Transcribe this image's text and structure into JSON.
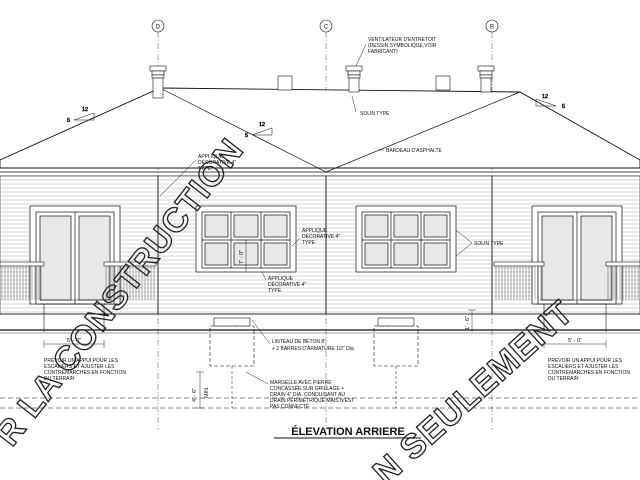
{
  "drawing": {
    "title": "ÉLEVATION ARRIERE",
    "grid_labels": {
      "left": "D",
      "center": "C",
      "right": "B"
    },
    "watermark": {
      "left": "R LA CONSTRUCTION",
      "right": "N SEULEMENT"
    },
    "slopes": {
      "rise_a": "12",
      "run_a": "5",
      "rise_b": "12",
      "run_b": "5",
      "rise_c": "12",
      "run_c": "5"
    },
    "notes": {
      "ventilateur": [
        "VENTILATEUR D'ENTRETOIT",
        "(DESSIN SYMBOLIQUE,VOIR",
        "FABRICANT)"
      ],
      "solin_top": "SOLIN TYPE",
      "bardeau": "BARDEAU D'ASPHALTE",
      "applique_top": [
        "APPLIQUE",
        "DÉCORATIVE 4\"",
        "TYPE"
      ],
      "applique_mid": [
        "APPLIQUE",
        "DÉCORATIVE 4\"",
        "TYPE"
      ],
      "applique_low": [
        "APPLIQUE",
        "DÉCORATIVE 4\"",
        "TYPE"
      ],
      "solin_right": "SOLIN TYPE",
      "linteau": [
        "LINTEAU DE BÉTON 8\"",
        "+ 2 BARRES D'ARMATURE 1/2\" Dia."
      ],
      "margelle": [
        "MARGELLE AVEC PIERRE",
        "CONCASSÉE SUR GRILLAGE +",
        "DRAIN 4\" DIA. CONDUISANT AU",
        "DRAIN PÉRIMÉTRIQUE MAIS N'EST",
        "PAS CONNECTÉ"
      ],
      "prevoir_left": [
        "PRÉVOIR UN APPUI POUR LES",
        "ESCALIERS ET AJUSTER LES",
        "CONTREMARCHES EN FONCTION",
        "DU TERRAIN"
      ],
      "prevoir_right": [
        "PRÉVOIR UN APPUI POUR LES",
        "ESCALIERS ET AJUSTER LES",
        "CONTREMARCHES EN FONCTION",
        "DU TERRAIN"
      ]
    },
    "dimensions": {
      "left_stair": "5' - 0\"",
      "right_stair": "5' - 0\"",
      "window_height": "7' - 0\"",
      "right_height": "1' - 6\"",
      "margelle_depth": "4' - 6\"",
      "min": "MIN."
    }
  }
}
